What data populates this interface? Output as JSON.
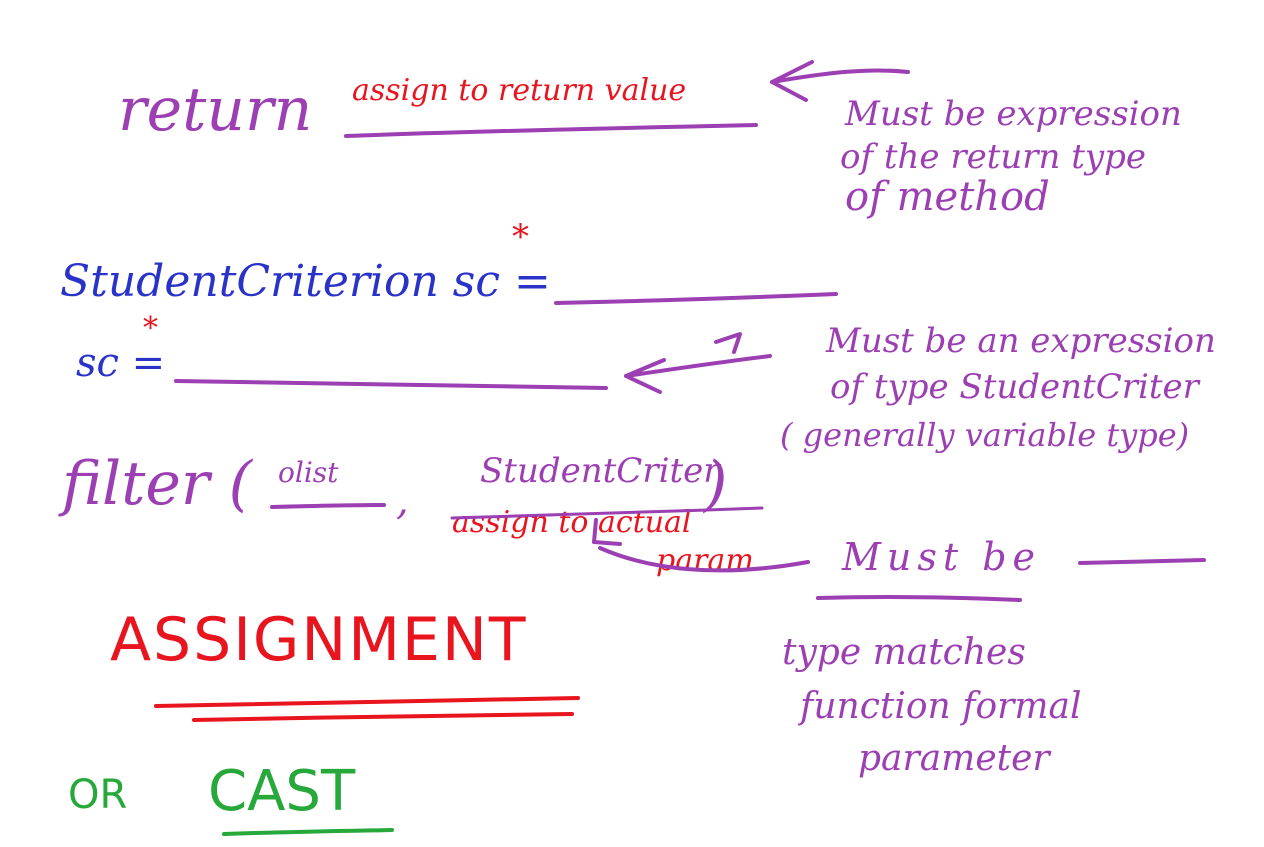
{
  "colors": {
    "purple": "#9b3fb2",
    "blue": "#2a33c8",
    "red": "#e8141e",
    "green": "#27a83a",
    "background": "#ffffff"
  },
  "return_section": {
    "keyword": "return",
    "annotation": "assign to return value",
    "note_line1": "Must be expression",
    "note_line2": "of the return type",
    "note_line3": "of method"
  },
  "declaration_section": {
    "declaration": "StudentCriterion sc =",
    "star": "*",
    "assignment": "sc =",
    "note_line1": "Must be an expression",
    "note_line2": "of type StudentCriter",
    "note_line3": "( generally variable type)"
  },
  "call_section": {
    "call": "filter (",
    "first_arg": "olist",
    "comma": ",",
    "second_arg": "StudentCriter",
    "close_paren": ")",
    "annotation_line1": "assign to actual",
    "annotation_line2": "param",
    "note_label": "Must be",
    "note_line1": "type matches",
    "note_line2": "function formal",
    "note_line3": "parameter"
  },
  "summary": {
    "assignment": "ASSIGNMENT",
    "or": "OR",
    "cast": "CAST"
  }
}
